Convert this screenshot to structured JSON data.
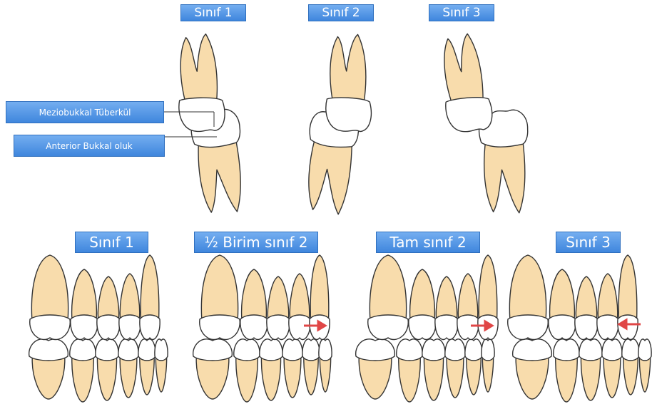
{
  "top_labels": [
    "Sınıf 1",
    "Sınıf 2",
    "Sınıf 3"
  ],
  "callouts": {
    "mesiobuccal_cusp": "Meziobukkal Tüberkül",
    "anterior_buccal_groove": "Anterior Bukkal oluk"
  },
  "bottom_labels": [
    "Sınıf 1",
    "½ Birim sınıf 2",
    "Tam sınıf 2",
    "Sınıf 3"
  ],
  "arrows": [
    "none",
    "right",
    "right",
    "left"
  ],
  "colors": {
    "root": "#f8dcac",
    "crown": "#ffffff",
    "outline": "#333333",
    "arrow": "#e04646",
    "label_fill": "#4a8fe0"
  }
}
